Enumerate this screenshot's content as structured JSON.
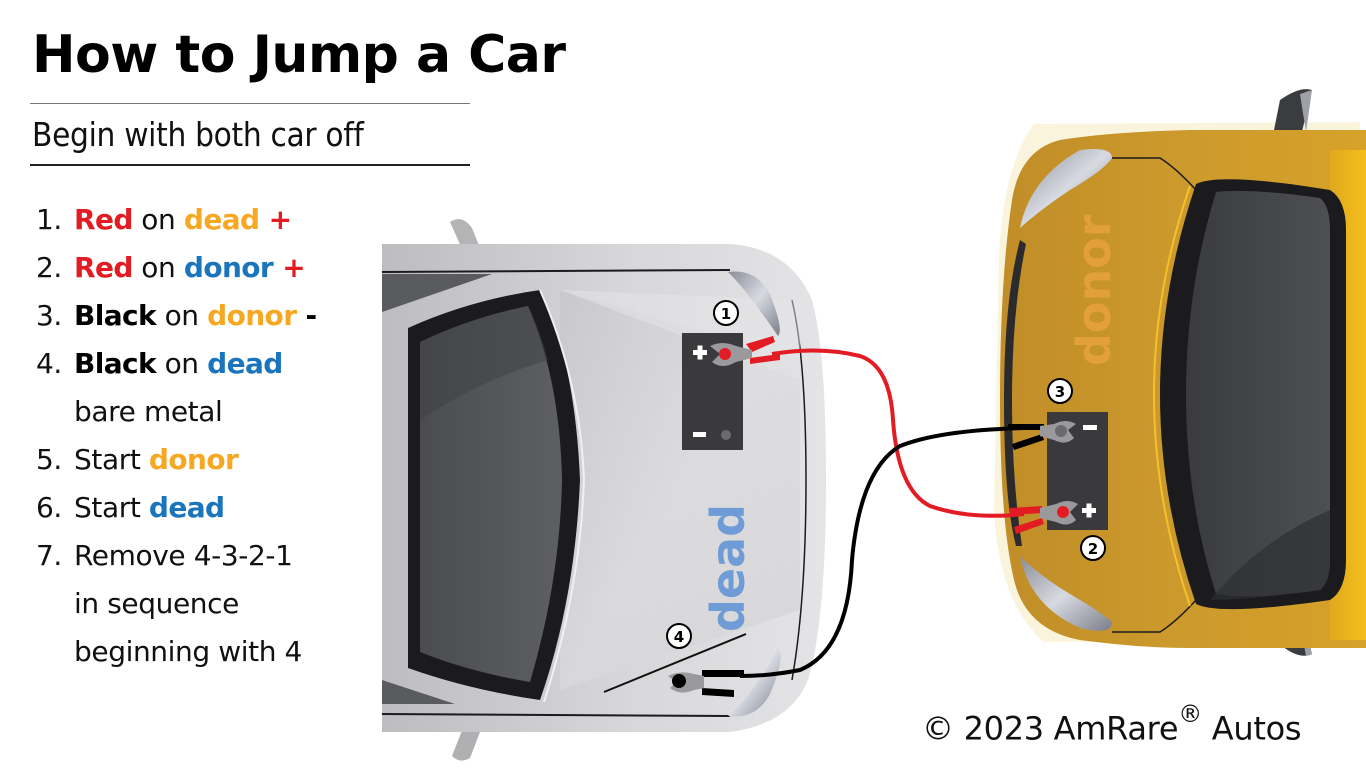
{
  "header": {
    "title": "How to Jump a Car",
    "subtitle": "Begin with both car off"
  },
  "colors": {
    "red": "#e31b23",
    "orange": "#f7a823",
    "blue": "#1a75bc",
    "black": "#000000",
    "dead_car_body": "#c9c9cb",
    "donor_car_body": "#c9952a",
    "battery": "#3a3a3c",
    "dead_label": "#6f9bd6",
    "donor_label": "#e3a03a"
  },
  "steps": [
    {
      "num": "1.",
      "parts": [
        {
          "text": "Red",
          "color": "red",
          "bold": true
        },
        {
          "text": " on ",
          "bold": false
        },
        {
          "text": "dead",
          "color": "orange",
          "bold": true
        },
        {
          "text": " +",
          "color": "red",
          "bold": true
        }
      ]
    },
    {
      "num": "2.",
      "parts": [
        {
          "text": "Red",
          "color": "red",
          "bold": true
        },
        {
          "text": " on ",
          "bold": false
        },
        {
          "text": "donor",
          "color": "blue",
          "bold": true
        },
        {
          "text": " +",
          "color": "red",
          "bold": true
        }
      ]
    },
    {
      "num": "3.",
      "parts": [
        {
          "text": "Black",
          "color": "black",
          "bold": true
        },
        {
          "text": " on ",
          "bold": false
        },
        {
          "text": "donor",
          "color": "orange",
          "bold": true
        },
        {
          "text": " -",
          "color": "black",
          "bold": true
        }
      ]
    },
    {
      "num": "4.",
      "parts": [
        {
          "text": "Black",
          "color": "black",
          "bold": true
        },
        {
          "text": " on ",
          "bold": false
        },
        {
          "text": "dead",
          "color": "blue",
          "bold": true
        }
      ],
      "continuation": "bare metal"
    },
    {
      "num": "5.",
      "parts": [
        {
          "text": "Start ",
          "bold": false
        },
        {
          "text": "donor",
          "color": "orange",
          "bold": true
        }
      ]
    },
    {
      "num": "6.",
      "parts": [
        {
          "text": "Start ",
          "bold": false
        },
        {
          "text": "dead",
          "color": "blue",
          "bold": true
        }
      ]
    },
    {
      "num": "7.",
      "parts": [
        {
          "text": "Remove 4-3-2-1",
          "bold": false
        }
      ],
      "continuation": [
        "in sequence",
        "beginning with 4"
      ]
    }
  ],
  "diagram": {
    "dead_car_label": "dead",
    "donor_car_label": "donor",
    "dead_battery": {
      "plus": "+",
      "minus": "-"
    },
    "donor_battery": {
      "plus": "+",
      "minus": "-"
    },
    "badges": [
      "1",
      "2",
      "3",
      "4"
    ]
  },
  "footer": {
    "copyright_prefix": "© 2023 AmRare",
    "registered": "®",
    "copyright_suffix": " Autos"
  }
}
